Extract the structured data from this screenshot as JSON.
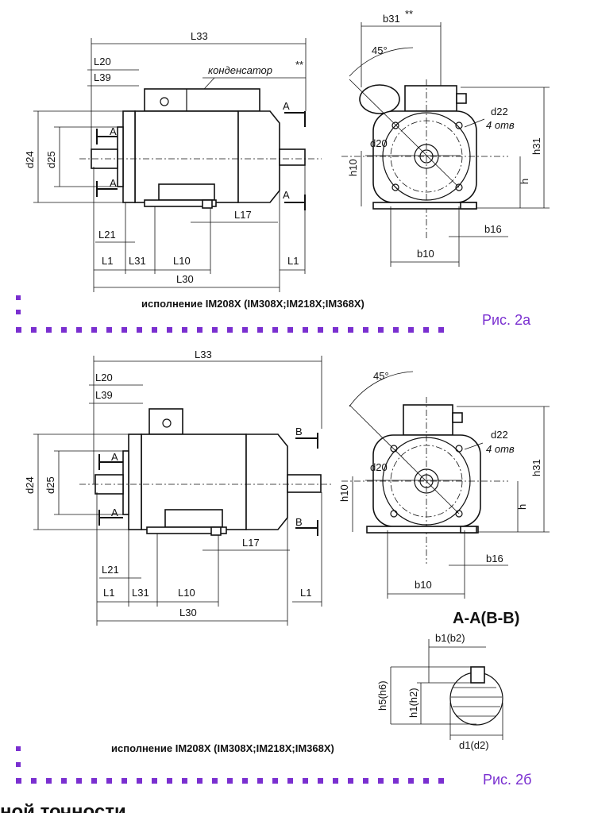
{
  "fig_a": {
    "L33": "L33",
    "L20": "L20",
    "L39": "L39",
    "capacitor": "конденсатор",
    "capacitor_mark": "**",
    "A": "A",
    "d24": "d24",
    "d25": "d25",
    "L17": "L17",
    "L21": "L21",
    "L1": "L1",
    "L31": "L31",
    "L10": "L10",
    "L30": "L30",
    "b31": "b31",
    "b31_mark": "**",
    "angle": "45°",
    "d22": "d22",
    "holes": "4 отв",
    "d20": "d20",
    "h10": "h10",
    "h": "h",
    "h31": "h31",
    "b16": "b16",
    "b10": "b10",
    "caption": "исполнение IM208X (IM308X;IM218X;IM368X)",
    "figure": "Рис. 2а"
  },
  "fig_b": {
    "L33": "L33",
    "L20": "L20",
    "L39": "L39",
    "A": "A",
    "B": "B",
    "d24": "d24",
    "d25": "d25",
    "L17": "L17",
    "L21": "L21",
    "L1": "L1",
    "L31": "L31",
    "L10": "L10",
    "L30": "L30",
    "angle": "45°",
    "d22": "d22",
    "holes": "4 отв",
    "d20": "d20",
    "h10": "h10",
    "h": "h",
    "h31": "h31",
    "b16": "b16",
    "b10": "b10",
    "section_title": "A-A(B-B)",
    "b1": "b1(b2)",
    "h5": "h5(h6)",
    "h1": "h1(h2)",
    "d1": "d1(d2)",
    "caption": "исполнение IM208X (IM308X;IM218X;IM368X)",
    "figure": "Рис. 2б"
  },
  "footer_fragment": "ной точности",
  "colors": {
    "accent": "#7a2fd0",
    "ink": "#111111"
  }
}
